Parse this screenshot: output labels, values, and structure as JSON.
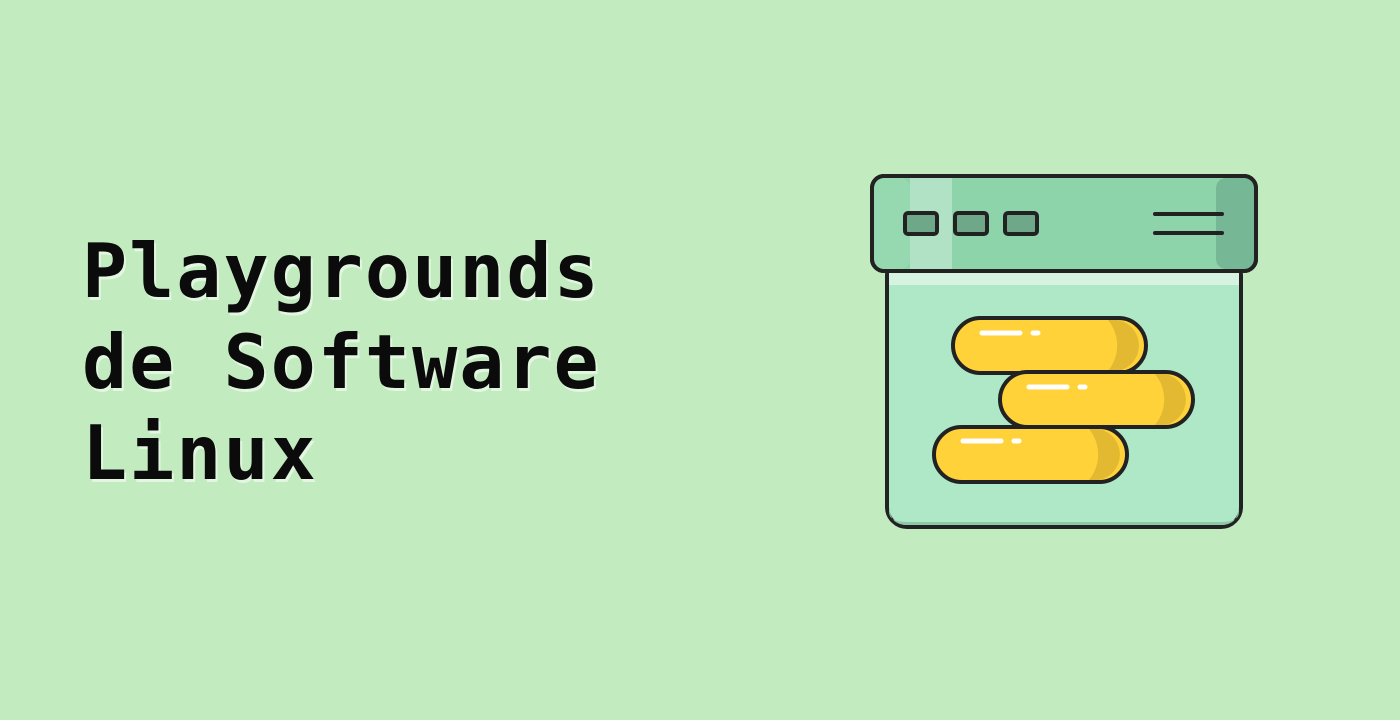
{
  "title": {
    "lines": [
      "Playgrounds",
      "de Software",
      "Linux"
    ]
  },
  "colors": {
    "background": "#c2ecbf",
    "window_body": "#aee8c7",
    "window_header": "#8ed4aa",
    "outline": "#222222",
    "pill": "#ffd23a",
    "pill_shade": "#e2b930"
  },
  "icons": {
    "illustration": "browser-window-with-stacked-pills-icon"
  }
}
